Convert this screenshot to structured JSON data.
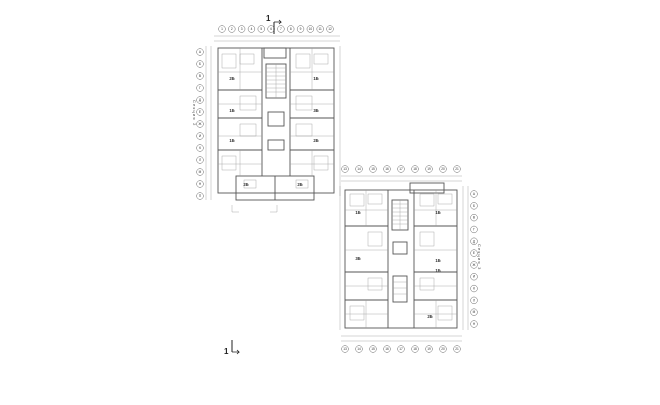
{
  "sections": [
    {
      "id": "section-2",
      "vertical_label": "Секция 2",
      "top_axes": [
        "1",
        "2",
        "3",
        "4",
        "5",
        "6",
        "7",
        "8",
        "9",
        "10",
        "11",
        "12"
      ],
      "side_axes": [
        "А",
        "Б",
        "В",
        "Г",
        "Д",
        "Е",
        "Ж",
        "И",
        "К",
        "Л",
        "М",
        "Н",
        "П"
      ],
      "rooms": [
        {
          "label": "2Б"
        },
        {
          "label": "1Б"
        },
        {
          "label": "1Б"
        },
        {
          "label": "3Б"
        },
        {
          "label": "1Б"
        },
        {
          "label": "2Б"
        },
        {
          "label": "2Б"
        },
        {
          "label": "2Б"
        }
      ]
    },
    {
      "id": "section-3",
      "vertical_label": "Секция 3",
      "top_axes": [
        "13",
        "14",
        "15",
        "16",
        "17",
        "18",
        "19",
        "20",
        "21"
      ],
      "bottom_axes": [
        "13",
        "14",
        "15",
        "16",
        "17",
        "18",
        "19",
        "20",
        "21"
      ],
      "side_axes": [
        "А",
        "Б",
        "В",
        "Г",
        "Д",
        "Е",
        "Ж",
        "И",
        "К",
        "Л",
        "М",
        "Н"
      ],
      "rooms": [
        {
          "label": "1Б"
        },
        {
          "label": "1Б"
        },
        {
          "label": "3Б"
        },
        {
          "label": "1Б"
        },
        {
          "label": "1Б"
        },
        {
          "label": "2Б"
        }
      ]
    }
  ],
  "section_cut": {
    "label": "1"
  }
}
